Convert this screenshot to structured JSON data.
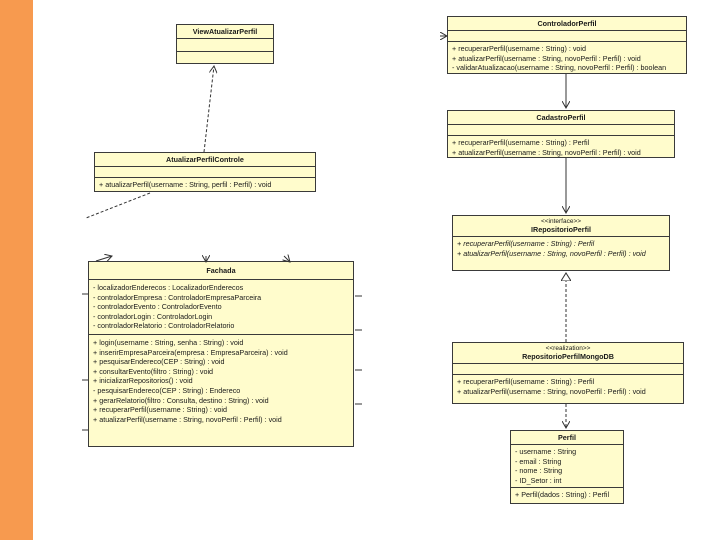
{
  "colors": {
    "accent": "#f79a4f",
    "class_fill": "#fffccc",
    "class_border": "#3a3a3a"
  },
  "view_atualizar_perfil": {
    "name": "ViewAtualizarPerfil"
  },
  "atualizar_perfil_controle": {
    "name": "AtualizarPerfilControle",
    "operations": [
      "+ atualizarPerfil(username : String, perfil : Perfil) : void"
    ]
  },
  "fachada": {
    "name": "Fachada",
    "attributes": [
      "- localizadorEnderecos : LocalizadorEnderecos",
      "- controladorEmpresa : ControladorEmpresaParceira",
      "- controladorEvento : ControladorEvento",
      "- controladorLogin : ControladorLogin",
      "- controladorRelatorio : ControladorRelatorio"
    ],
    "operations": [
      "+ login(username : String, senha : String) : void",
      "+ inserirEmpresaParceira(empresa : EmpresaParceira) : void",
      "+ pesquisarEndereco(CEP : String) : void",
      "+ consultarEvento(filtro : String) : void",
      "+ inicializarRepositorios() : void",
      "- pesquisarEndereco(CEP : String) : Endereco",
      "+ gerarRelatorio(filtro : Consulta, destino : String) : void",
      "+ recuperarPerfil(username : String) : void",
      "+ atualizarPerfil(username : String, novoPerfil : Perfil) : void"
    ]
  },
  "controlador_perfil": {
    "name": "ControladorPerfil",
    "operations": [
      "+ recuperarPerfil(username : String) : void",
      "+ atualizarPerfil(username : String, novoPerfil : Perfil) : void",
      "- validarAtualizacao(username : String, novoPerfil : Perfil) : boolean"
    ]
  },
  "cadastro_perfil": {
    "name": "CadastroPerfil",
    "operations": [
      "+ recuperarPerfil(username : String) : Perfil",
      "+ atualizarPerfil(username : String, novoPerfil : Perfil) : void"
    ]
  },
  "i_repositorio_perfil": {
    "stereotype": "<<interface>>",
    "name": "IRepositorioPerfil",
    "operations": [
      "+ recuperarPerfil(username : String) : Perfil",
      "+ atualizarPerfil(username : String, novoPerfil : Perfil) : void"
    ]
  },
  "repositorio_perfil_mongodb": {
    "stereotype": "<<realization>>",
    "name": "RepositorioPerfilMongoDB",
    "operations": [
      "+ recuperarPerfil(username : String) : Perfil",
      "+ atualizarPerfil(username : String, novoPerfil : Perfil) : void"
    ]
  },
  "perfil": {
    "name": "Perfil",
    "attributes": [
      "- username : String",
      "- email : String",
      "- nome : String",
      "- ID_Setor : int"
    ],
    "operations": [
      "+ Perfil(dados : String) : Perfil"
    ]
  }
}
